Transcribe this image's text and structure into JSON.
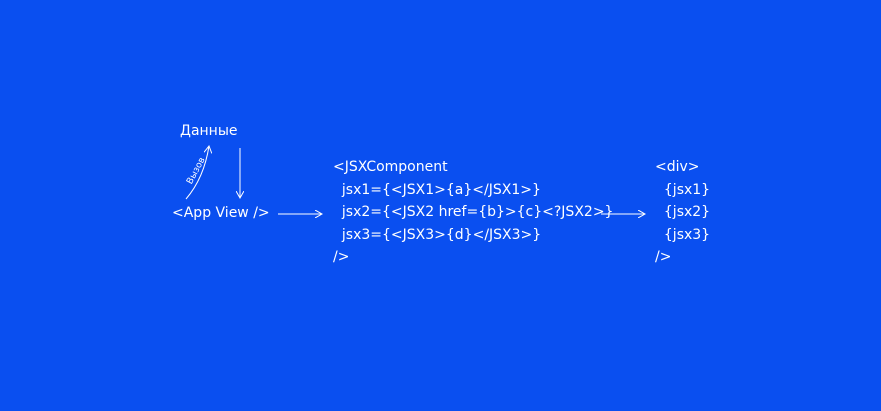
{
  "diagram": {
    "background_color": "#0a4ff0",
    "foreground_color": "#ffffff",
    "data_label": "Данные",
    "call_label": "Вызов",
    "app_view_label": "<App View />",
    "component_lines": [
      "<JSXComponent",
      "  jsx1={<JSX1>{a}</JSX1>}",
      "  jsx2={<JSX2 href={b}>{c}<?JSX2>}",
      "  jsx3={<JSX3>{d}</JSX3>}",
      "/>"
    ],
    "output_lines": [
      "<div>",
      "  {jsx1}",
      "  {jsx2}",
      "  {jsx3}",
      "/>"
    ]
  }
}
